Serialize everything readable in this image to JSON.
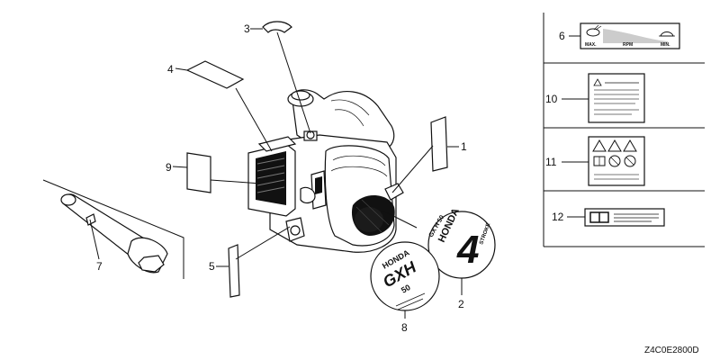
{
  "callouts": {
    "c1": "1",
    "c2": "2",
    "c3": "3",
    "c4": "4",
    "c5": "5",
    "c6": "6",
    "c7": "7",
    "c8": "8",
    "c9": "9",
    "c10": "10",
    "c11": "11",
    "c12": "12"
  },
  "throttle_label": {
    "max": "MAX.",
    "rpm": "RPM",
    "min": "MIN."
  },
  "emblem_2": {
    "model": "GX H 50",
    "brand": "HONDA",
    "stroke": "4",
    "word": "STROKE"
  },
  "emblem_8": {
    "brand": "HONDA",
    "model": "GXH",
    "size": "50"
  },
  "drawing_code": "Z4C0E2800D",
  "icons": [
    "engine-diagram-icon",
    "throttle-tortoise-icon",
    "throttle-hare-icon",
    "warning-triangle-icon",
    "manual-book-icon",
    "prohibition-icon"
  ]
}
